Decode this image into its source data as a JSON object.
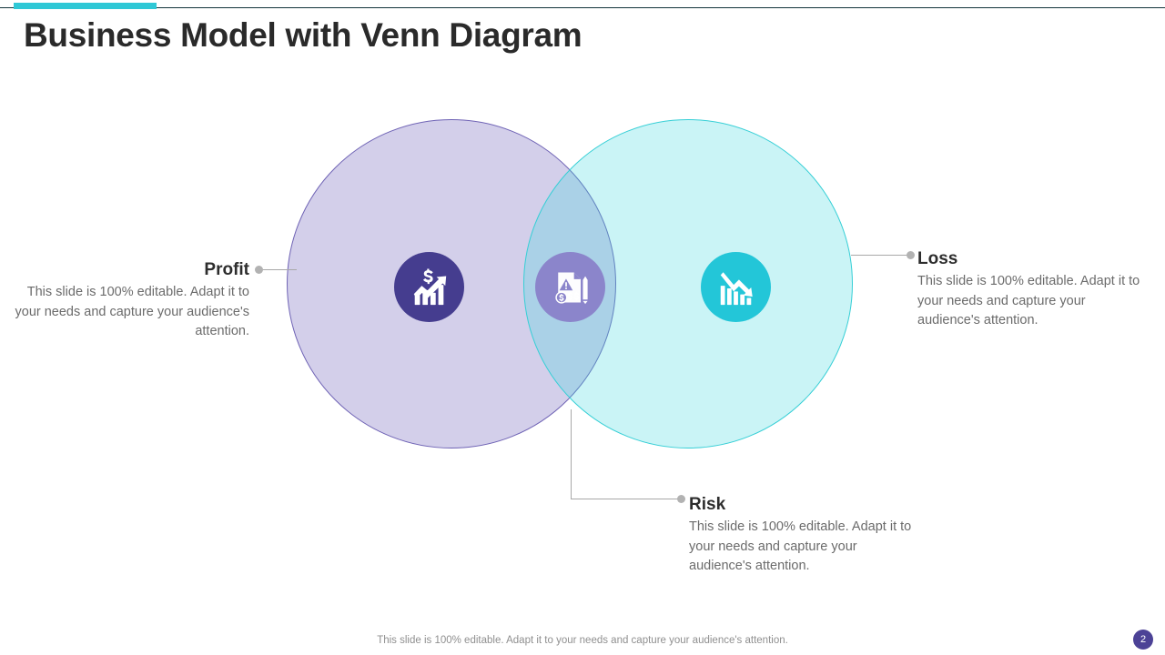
{
  "slide": {
    "title": "Business Model with Venn Diagram",
    "accent_color": "#2fc8d6",
    "rule_color": "#13343b",
    "page_number": "2",
    "footer_note": "This slide is 100% editable. Adapt it to your needs and capture your audience's attention."
  },
  "diagram": {
    "type": "venn",
    "circles": [
      {
        "id": "profit",
        "label": "Profit",
        "fill": "#968CCD",
        "stroke": "#6F63B5",
        "icon": "bar-chart-up-dollar-icon"
      },
      {
        "id": "loss",
        "label": "Loss",
        "fill": "#40D9DD",
        "stroke": "#36CFD6",
        "icon": "bar-chart-down-icon"
      }
    ],
    "overlap": {
      "id": "risk",
      "label": "Risk",
      "badge_color": "#8B85CB",
      "icon": "risk-document-icon"
    }
  },
  "blocks": {
    "profit": {
      "title": "Profit",
      "body": "This slide is 100% editable. Adapt it to your needs and capture your audience's attention."
    },
    "loss": {
      "title": "Loss",
      "body": "This slide is 100% editable. Adapt it to your needs and capture your audience's attention."
    },
    "risk": {
      "title": "Risk",
      "body": "This slide is 100% editable. Adapt it to your needs and capture your audience's attention."
    }
  }
}
